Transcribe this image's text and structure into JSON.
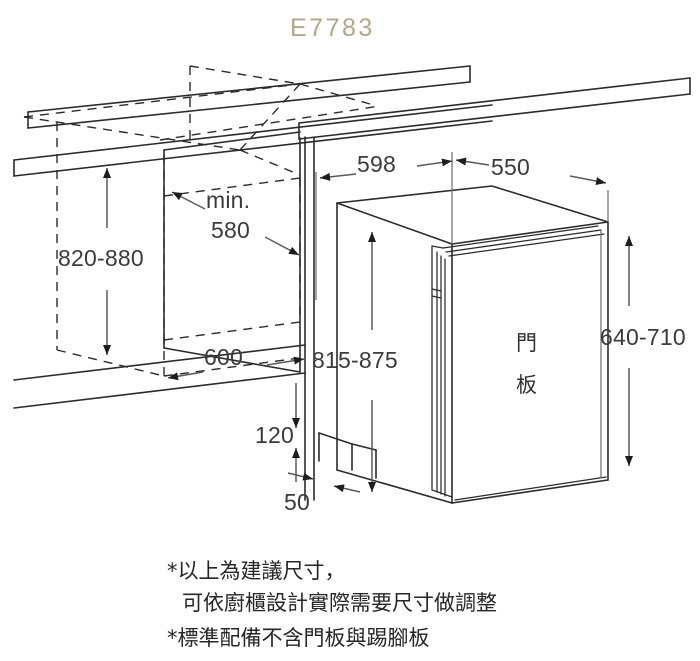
{
  "title": {
    "model": "E7783"
  },
  "dimensions": {
    "cabinet_height": "820-880",
    "niche_depth_prefix": "min.",
    "niche_depth_value": "580",
    "cabinet_width": "600",
    "appliance_width": "598",
    "appliance_depth": "550",
    "appliance_height": "815-875",
    "door_panel_height": "640-710",
    "plinth_height": "120",
    "plinth_recess": "50"
  },
  "labels": {
    "door_panel_char1": "門",
    "door_panel_char2": "板"
  },
  "footnotes": {
    "line1": "*以上為建議尺寸，",
    "line2": "可依廚櫃設計實際需要尺寸做調整",
    "line3": "*標準配備不含門板與踢腳板"
  },
  "colors": {
    "title": "#b3a789",
    "line": "#2b2b2b",
    "dimension": "#5a5a5a",
    "text": "#3b3b3b",
    "background": "#ffffff"
  }
}
